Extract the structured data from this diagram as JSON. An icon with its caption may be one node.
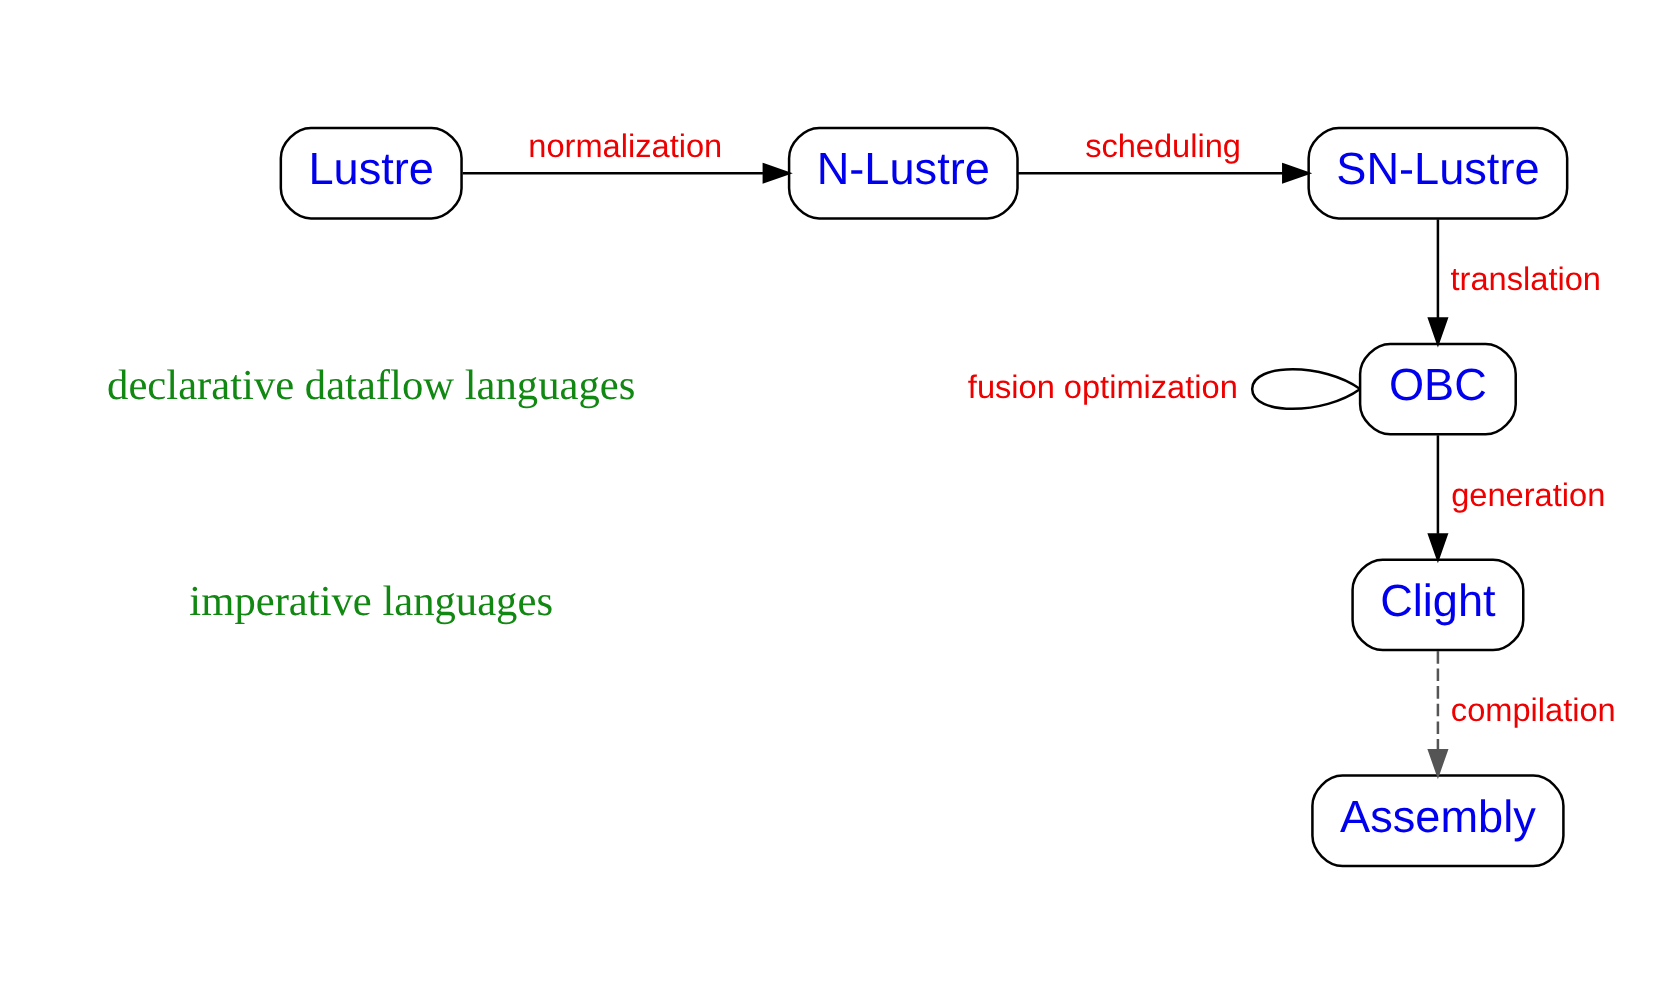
{
  "diagram": {
    "nodes": [
      {
        "text": [
          "Lustre"
        ]
      },
      {
        "text": [
          "N-Lustre"
        ]
      },
      {
        "text": [
          "SN-Lustre"
        ]
      },
      {
        "text": [
          "OBC"
        ]
      },
      {
        "text": [
          "Clight"
        ]
      },
      {
        "text": [
          "Assembly"
        ]
      }
    ],
    "edges": [
      {
        "from": 0,
        "to": 1,
        "arrow": "to",
        "label": "normalization"
      },
      {
        "from": 1,
        "to": 2,
        "arrow": "to",
        "label": "scheduling"
      },
      {
        "from": 2,
        "to": 3,
        "arrow": "to",
        "label": "translation"
      },
      {
        "from": 3,
        "to": 3,
        "arrow": "none",
        "label": "fusion optimization"
      },
      {
        "from": 3,
        "to": 4,
        "arrow": "to",
        "label": "generation"
      },
      {
        "from": 4,
        "to": 5,
        "arrow": "to",
        "label": "compilation",
        "style": "dashed",
        "color": "#555555"
      }
    ],
    "labels": [
      "declarative dataflow languages",
      "imperative languages"
    ]
  }
}
